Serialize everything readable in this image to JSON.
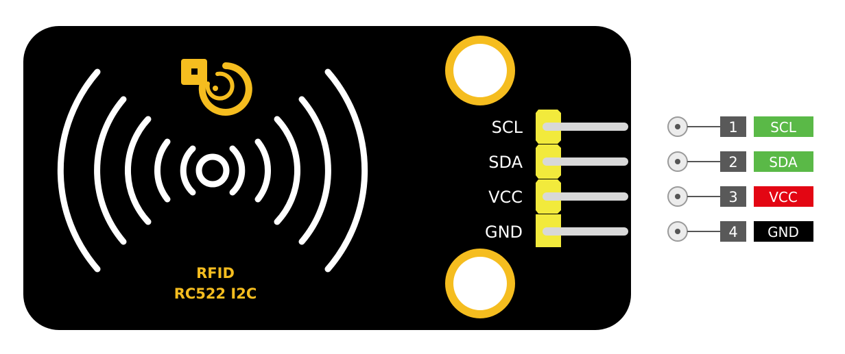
{
  "module": {
    "title_line1": "RFID",
    "title_line2": "RC522 I2C",
    "pins": [
      "SCL",
      "SDA",
      "VCC",
      "GND"
    ]
  },
  "legend": [
    {
      "number": "1",
      "name": "SCL",
      "color": "#5ab947"
    },
    {
      "number": "2",
      "name": "SDA",
      "color": "#5ab947"
    },
    {
      "number": "3",
      "name": "VCC",
      "color": "#e30613"
    },
    {
      "number": "4",
      "name": "GND",
      "color": "#000000"
    }
  ],
  "colors": {
    "board": "#000000",
    "accent": "#f5bd1f",
    "header_pin": "#f2ea3c",
    "wire": "#d8d8d8",
    "number_box": "#595959"
  },
  "icons": [
    "rfid-logo-icon",
    "nfc-waves-icon",
    "mounting-hole-icon"
  ]
}
